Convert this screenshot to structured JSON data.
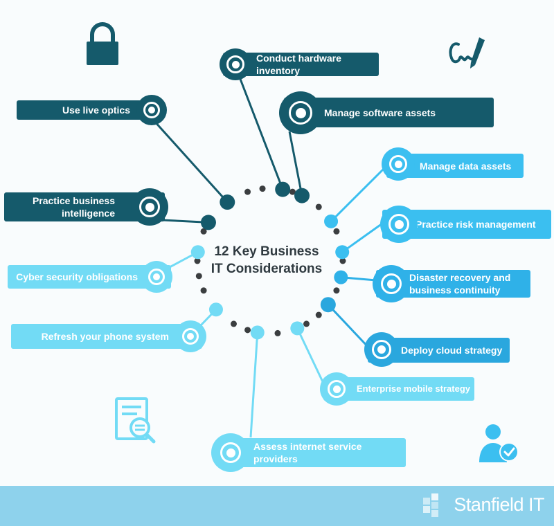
{
  "diagram": {
    "title_line1": "12 Key Business",
    "title_line2": "IT Considerations",
    "items": [
      {
        "label": "Conduct hardware inventory",
        "color": "#155a6b"
      },
      {
        "label": "Manage software assets",
        "color": "#155a6b"
      },
      {
        "label": "Manage data assets",
        "color": "#3bbff0"
      },
      {
        "label": "Practice risk management",
        "color": "#3bbff0"
      },
      {
        "label_line1": "Disaster recovery and",
        "label_line2": "business continuity",
        "color": "#2fb1e8"
      },
      {
        "label": "Deploy cloud strategy",
        "color": "#2aa7de"
      },
      {
        "label": "Enterprise mobile strategy",
        "color": "#72dbf5"
      },
      {
        "label_line1": "Assess internet service",
        "label_line2": "providers",
        "color": "#72dbf5"
      },
      {
        "label": "Refresh your phone system",
        "color": "#72dbf5"
      },
      {
        "label": "Cyber security obligations",
        "color": "#72dbf5"
      },
      {
        "label_line1": "Practice business",
        "label_line2": "intelligence",
        "color": "#155a6b"
      },
      {
        "label": "Use live optics",
        "color": "#155a6b"
      }
    ],
    "ring_dot_color": "#3b3e40"
  },
  "icons": {
    "top_left": "padlock-icon",
    "top_right": "signature-pen-icon",
    "bottom_left": "document-search-icon",
    "bottom_right": "user-check-icon"
  },
  "footer": {
    "brand_text": "Stanfield IT",
    "background": "#8ed2ec"
  }
}
